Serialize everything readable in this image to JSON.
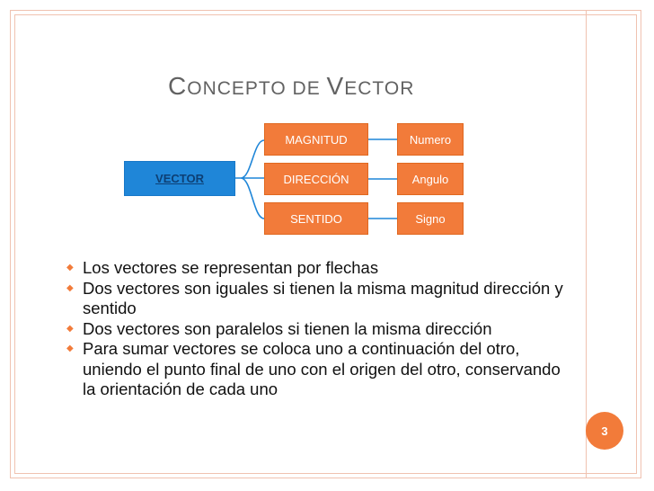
{
  "slide": {
    "title_parts": [
      {
        "cap": "C",
        "rest": "ONCEPTO DE "
      },
      {
        "cap": "V",
        "rest": "ECTOR"
      }
    ],
    "title_rest_1": "ONCEPTO DE ",
    "title_cap_1": "C",
    "title_cap_2": "V",
    "title_rest_2": "ECTOR",
    "page_number": "3"
  },
  "diagram": {
    "root": "VECTOR",
    "attributes": [
      "MAGNITUD",
      "DIRECCIÓN",
      "SENTIDO"
    ],
    "values": [
      "Numero",
      "Angulo",
      "Signo"
    ],
    "colors": {
      "root_fill": "#1f86d8",
      "root_text": "#0d3f74",
      "node_fill": "#f27b3a",
      "connector": "#1f86d8"
    }
  },
  "bullets": [
    "Los vectores se representan por flechas",
    "Dos vectores son iguales si tienen la misma magnitud dirección y sentido",
    "Dos vectores son paralelos si tienen la misma dirección",
    "Para sumar vectores se coloca uno a continuación del otro, uniendo el punto final de uno con el origen del otro, conservando la orientación de cada uno"
  ],
  "theme": {
    "accent": "#f27b3a",
    "frame": "#f0c2b0",
    "title_color": "#626262"
  }
}
